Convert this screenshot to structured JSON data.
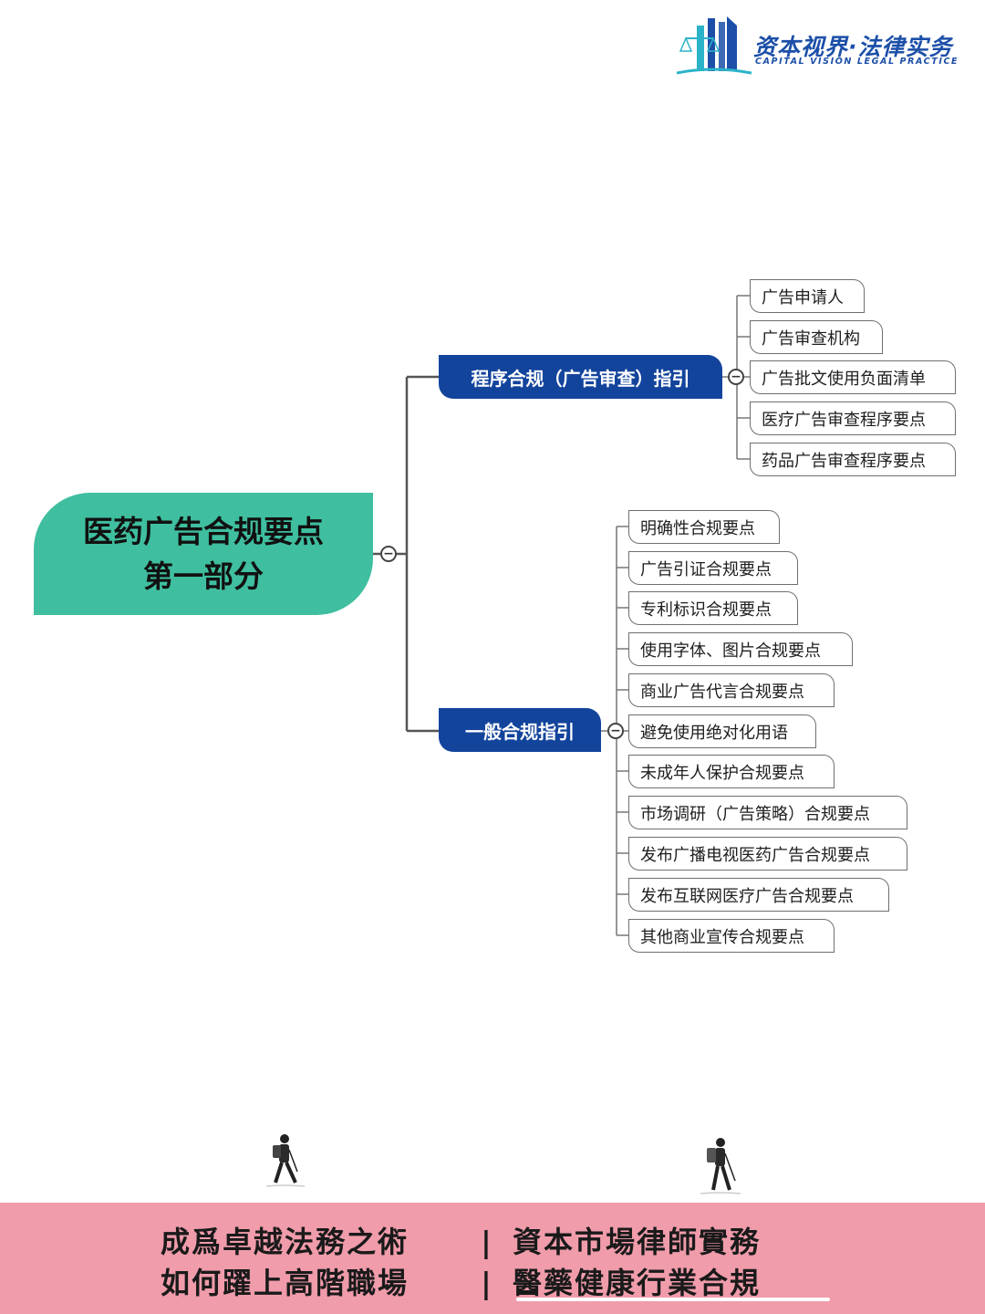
{
  "logo": {
    "name_cn": "资本视界·法律实务",
    "name_en": "CAPITAL VISION  LEGAL PRACTICE",
    "icon": "building-scales-icon",
    "color": "#1c4fa8"
  },
  "mindmap": {
    "root": {
      "line1": "医药广告合规要点",
      "line2": "第一部分",
      "color": "#3fbf9f"
    },
    "branches": [
      {
        "label": "程序合规（广告审查）指引",
        "color": "#13449c",
        "children": [
          "广告申请人",
          "广告审查机构",
          "广告批文使用负面清单",
          "医疗广告审查程序要点",
          "药品广告审查程序要点"
        ]
      },
      {
        "label": "一般合规指引",
        "color": "#13449c",
        "children": [
          "明确性合规要点",
          "广告引证合规要点",
          "专利标识合规要点",
          "使用字体、图片合规要点",
          "商业广告代言合规要点",
          "避免使用绝对化用语",
          "未成年人保护合规要点",
          "市场调研（广告策略）合规要点",
          "发布广播电视医药广告合规要点",
          "发布互联网医疗广告合规要点",
          "其他商业宣传合规要点"
        ]
      }
    ],
    "toggle_symbol": "−"
  },
  "footer": {
    "row1_left": "成爲卓越法務之術",
    "row1_right": "資本市場律師實務",
    "row2_left": "如何躍上高階職場",
    "row2_right": "醫藥健康行業合規",
    "separator": "|",
    "background": "#f09cab"
  },
  "decor": {
    "hiker_icon": "hiker-icon"
  }
}
